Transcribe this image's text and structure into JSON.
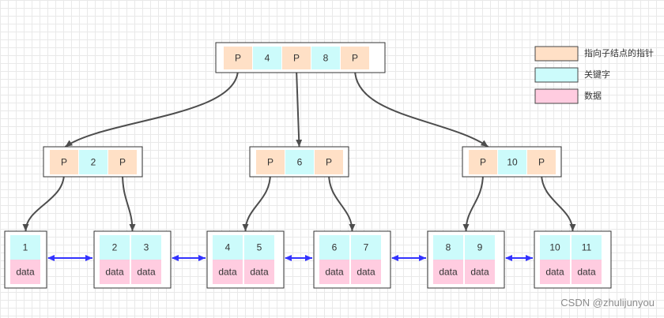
{
  "colors": {
    "pointer": "#ffe0c6",
    "key": "#ccfbfb",
    "data": "#ffcce0",
    "node_border": "#333333",
    "edge": "#4d4d4d",
    "link": "#3333ff"
  },
  "legend": [
    {
      "label": "指向子结点的指针",
      "color": "pointer"
    },
    {
      "label": "关键字",
      "color": "key"
    },
    {
      "label": "数据",
      "color": "data"
    }
  ],
  "root": {
    "cells": [
      "P",
      "4",
      "P",
      "8",
      "P"
    ]
  },
  "internal_nodes": [
    {
      "cells": [
        "P",
        "2",
        "P"
      ]
    },
    {
      "cells": [
        "P",
        "6",
        "P"
      ]
    },
    {
      "cells": [
        "P",
        "10",
        "P"
      ]
    }
  ],
  "leaves": [
    {
      "keys": [
        "1"
      ],
      "data": [
        "data"
      ]
    },
    {
      "keys": [
        "2",
        "3"
      ],
      "data": [
        "data",
        "data"
      ]
    },
    {
      "keys": [
        "4",
        "5"
      ],
      "data": [
        "data",
        "data"
      ]
    },
    {
      "keys": [
        "6",
        "7"
      ],
      "data": [
        "data",
        "data"
      ]
    },
    {
      "keys": [
        "8",
        "9"
      ],
      "data": [
        "data",
        "data"
      ]
    },
    {
      "keys": [
        "10",
        "11"
      ],
      "data": [
        "data",
        "data"
      ]
    }
  ],
  "watermark": "CSDN @zhulijunyou"
}
